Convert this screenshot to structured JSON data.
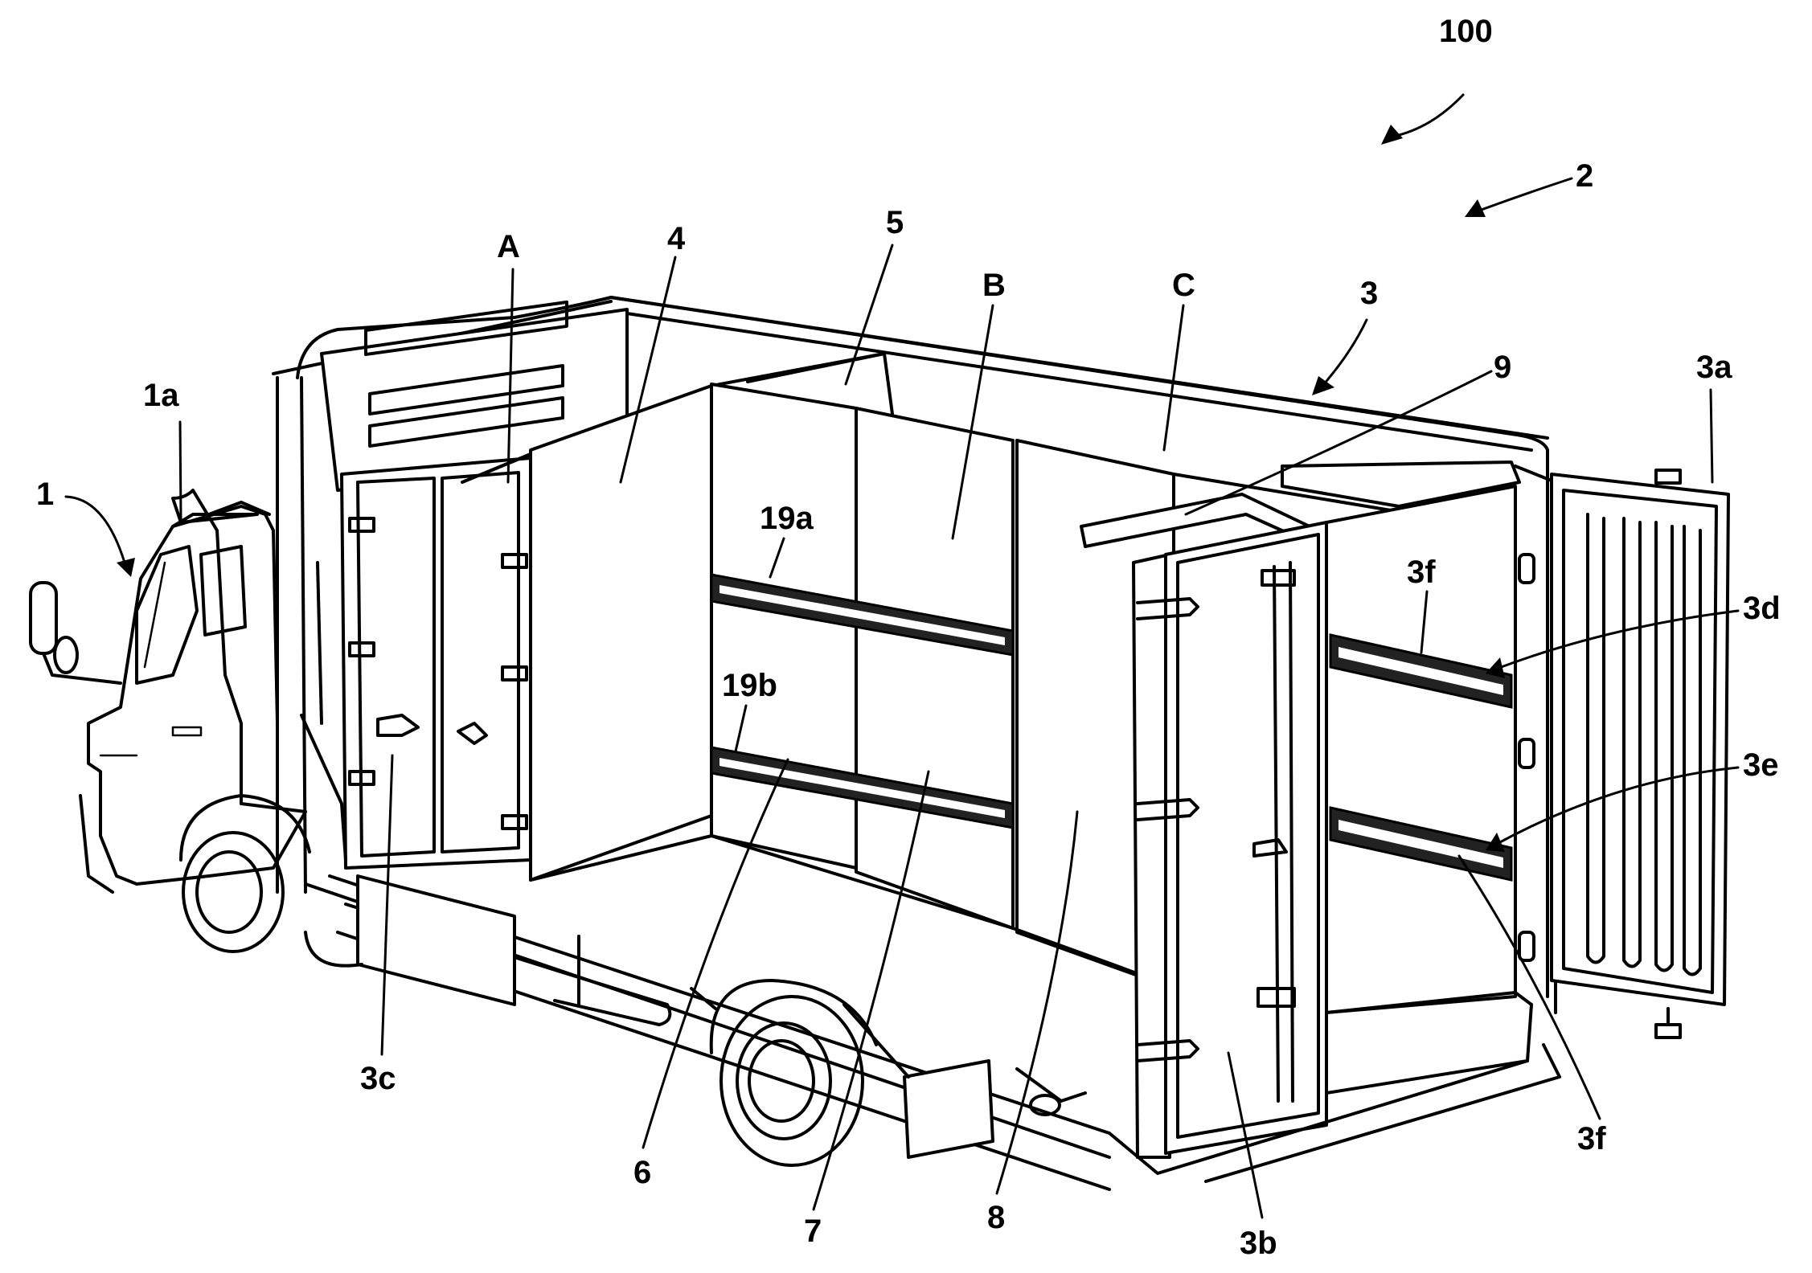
{
  "labels": {
    "assembly": "100",
    "cargo_body": "2",
    "container": "3",
    "rear_door_right": "3a",
    "rear_door_left": "3b",
    "side_door": "3c",
    "upper_rail": "3d",
    "lower_rail": "3e",
    "rail_slot_upper": "3f",
    "rail_slot_lower": "3f",
    "vehicle": "1",
    "cab": "1a",
    "partition_4": "4",
    "partition_5": "5",
    "partition_6": "6",
    "partition_7": "7",
    "partition_8": "8",
    "partition_9": "9",
    "room_a": "A",
    "room_b": "B",
    "room_c": "C",
    "rail_19a": "19a",
    "rail_19b": "19b"
  }
}
